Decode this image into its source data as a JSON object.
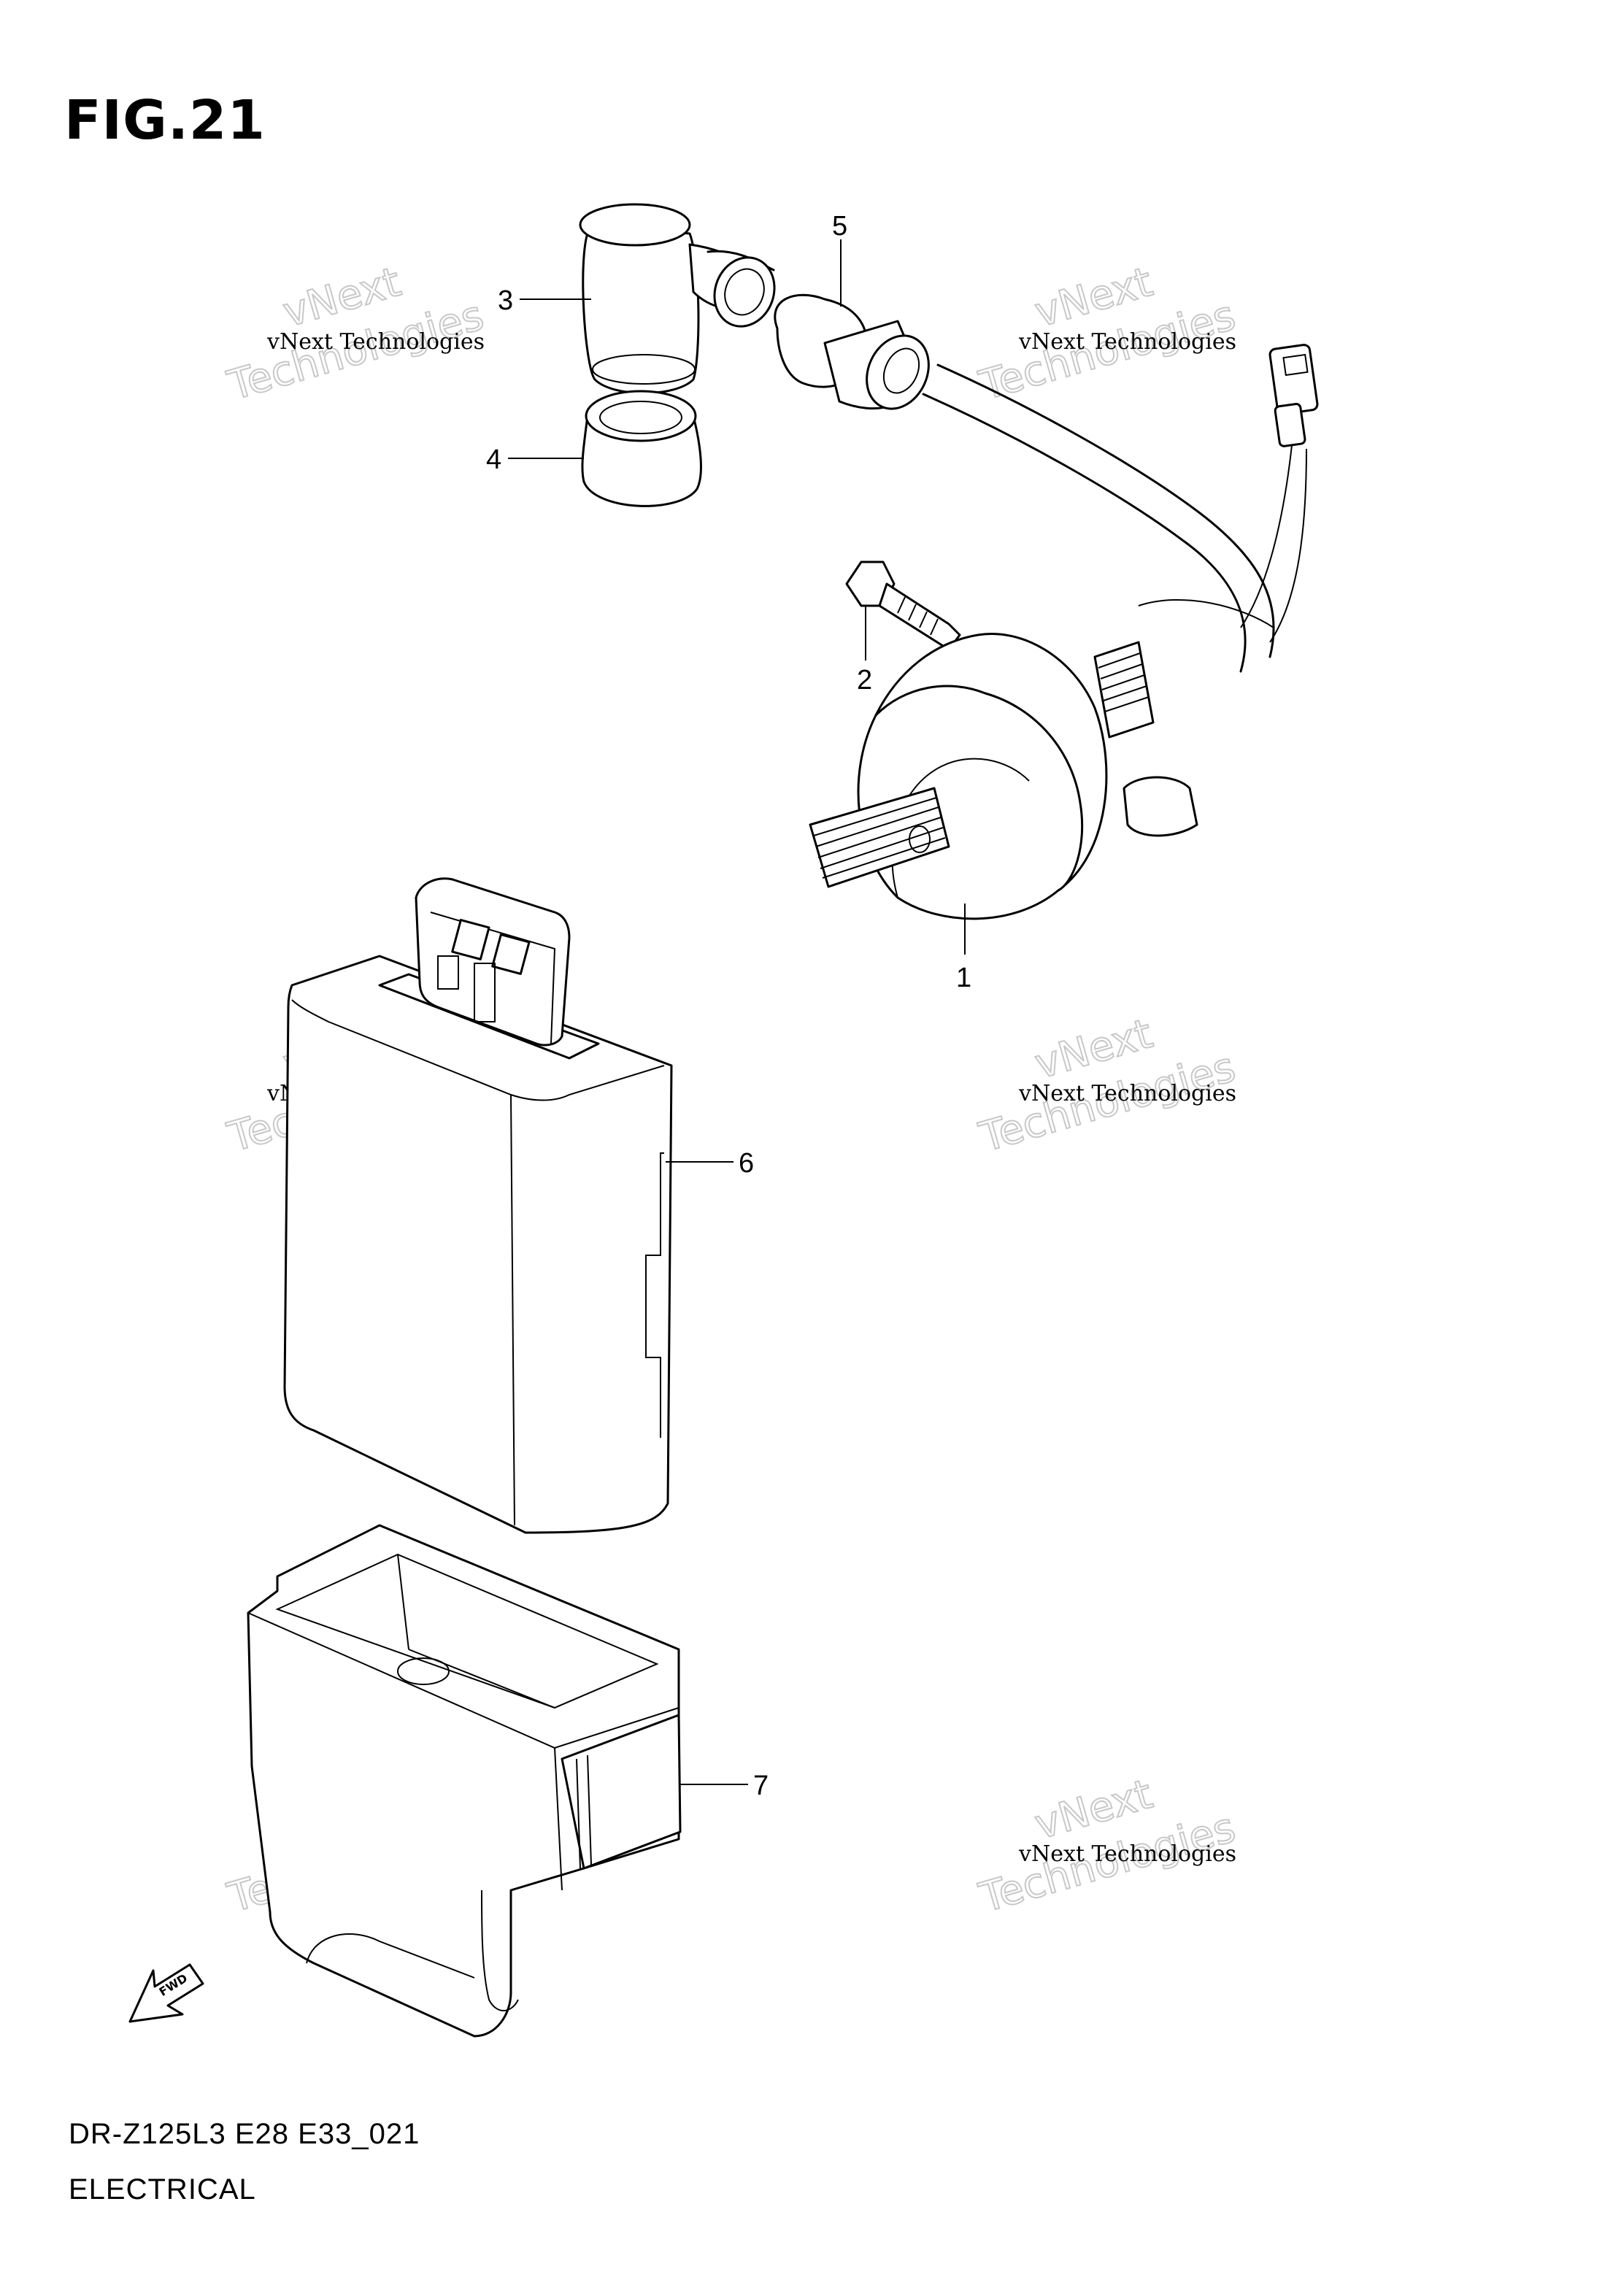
{
  "figure": {
    "title": "FIG.21",
    "code": "DR-Z125L3 E28 E33_021",
    "section": "ELECTRICAL"
  },
  "watermark": {
    "small": "vNext Technologies",
    "big_line1": "vNext",
    "big_line2": "Technologies"
  },
  "fwd_label": "FWD",
  "parts": [
    {
      "number": "1",
      "icon": "ignition-coil-icon"
    },
    {
      "number": "2",
      "icon": "bolt-icon"
    },
    {
      "number": "3",
      "icon": "plug-cap-icon"
    },
    {
      "number": "4",
      "icon": "cap-cover-icon"
    },
    {
      "number": "5",
      "icon": "seal-icon"
    },
    {
      "number": "6",
      "icon": "cdi-unit-icon"
    },
    {
      "number": "7",
      "icon": "cdi-case-icon"
    }
  ]
}
